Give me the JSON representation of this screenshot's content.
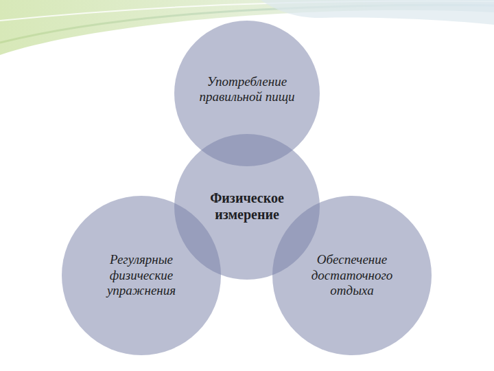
{
  "diagram": {
    "nodes": [
      {
        "text": [
          "Употребление правильной пищи"
        ]
      },
      {
        "text": [
          "Физическое измерение"
        ]
      },
      {
        "text": [
          "Регулярные физические упражнения"
        ]
      },
      {
        "text": [
          "Обеспечение достаточного отдыха"
        ]
      }
    ]
  }
}
